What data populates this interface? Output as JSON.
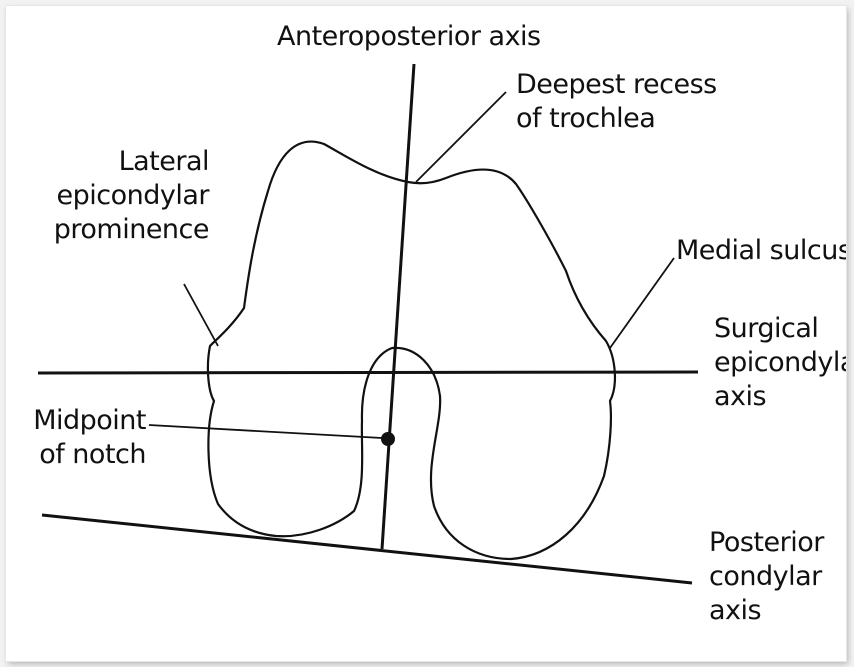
{
  "labels": {
    "anteroposterior_axis": "Anteroposterior axis",
    "deepest_recess": [
      "Deepest recess",
      "of trochlea"
    ],
    "lateral_epicondylar": [
      "Lateral",
      "epicondylar",
      "prominence"
    ],
    "medial_sulcus": "Medial sulcus",
    "surgical_epicondylar": [
      "Surgical",
      "epicondyla",
      "axis"
    ],
    "midpoint_notch": [
      "Midpoint",
      "of notch"
    ],
    "posterior_condylar": [
      "Posterior",
      "condylar",
      "axis"
    ]
  },
  "colors": {
    "line": "#111111",
    "background": "#ffffff"
  }
}
